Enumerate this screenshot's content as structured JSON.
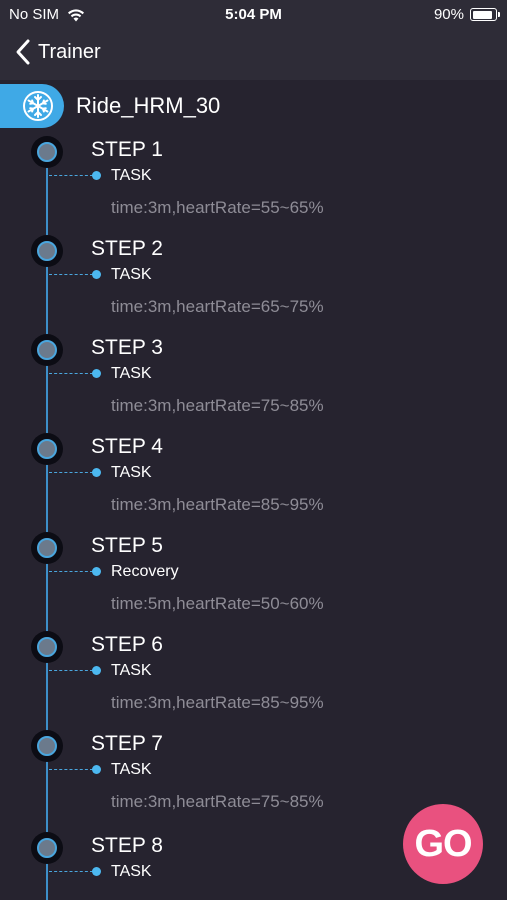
{
  "status_bar": {
    "carrier": "No SIM",
    "time": "5:04 PM",
    "battery": "90%",
    "battery_level": 0.9
  },
  "nav": {
    "back_label": "Trainer",
    "back_icon": "chevron-left-icon"
  },
  "program": {
    "name": "Ride_HRM_30",
    "icon": "snowflake-icon",
    "accent_color": "#3fa9e6"
  },
  "steps": [
    {
      "title": "STEP 1",
      "task": "TASK",
      "detail": "time:3m,heartRate=55~65%"
    },
    {
      "title": "STEP 2",
      "task": "TASK",
      "detail": "time:3m,heartRate=65~75%"
    },
    {
      "title": "STEP 3",
      "task": "TASK",
      "detail": "time:3m,heartRate=75~85%"
    },
    {
      "title": "STEP 4",
      "task": "TASK",
      "detail": "time:3m,heartRate=85~95%"
    },
    {
      "title": "STEP 5",
      "task": "Recovery",
      "detail": "time:5m,heartRate=50~60%"
    },
    {
      "title": "STEP 6",
      "task": "TASK",
      "detail": "time:3m,heartRate=85~95%"
    },
    {
      "title": "STEP 7",
      "task": "TASK",
      "detail": "time:3m,heartRate=75~85%"
    },
    {
      "title": "STEP 8",
      "task": "TASK",
      "detail": ""
    }
  ],
  "go_button": {
    "label": "GO",
    "color": "#e9517f"
  }
}
